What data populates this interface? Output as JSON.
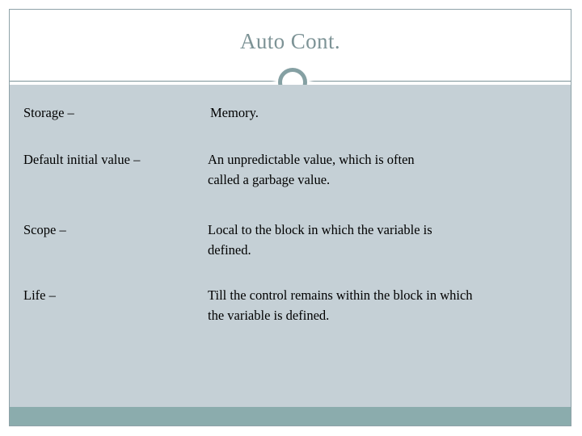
{
  "slide": {
    "title": "Auto Cont.",
    "decor_icon": "ring-icon",
    "colors": {
      "title_text": "#7d9396",
      "title_rule": "#7c9298",
      "body_background": "#c5d0d6",
      "footer_band": "#8bacad",
      "slide_border": "#8ea2a8",
      "body_text": "#000000",
      "canvas": "#ffffff"
    },
    "rows": [
      {
        "label": "Storage –",
        "indented_value": true,
        "value_lines": [
          "Memory."
        ]
      },
      {
        "label": "Default initial value –",
        "indented_value": false,
        "value_lines": [
          "An unpredictable value, which is often",
          "called a garbage value."
        ]
      },
      {
        "label": "Scope –",
        "indented_value": false,
        "value_lines": [
          "Local to the block in which the variable is",
          "defined."
        ]
      },
      {
        "label": "Life –",
        "indented_value": false,
        "value_lines": [
          "Till the control remains within the block in which",
          "the variable is defined."
        ]
      }
    ]
  }
}
